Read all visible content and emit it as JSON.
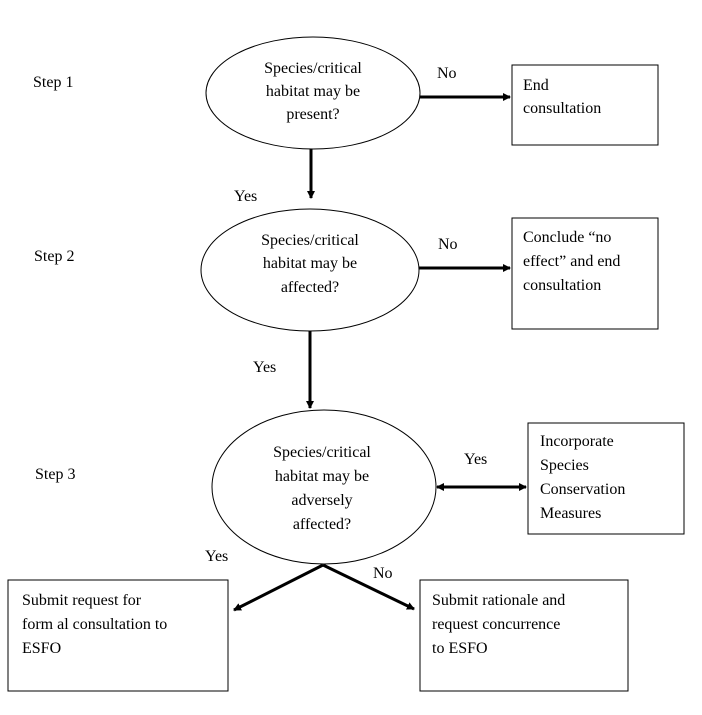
{
  "steps": [
    "Step 1",
    "Step 2",
    "Step 3"
  ],
  "decisions": {
    "d1": [
      "Species/critical",
      "habitat may be",
      "present?"
    ],
    "d2": [
      "Species/critical",
      "habitat may be",
      "affected?"
    ],
    "d3": [
      "Species/critical",
      "habitat may be",
      "adversely",
      "affected?"
    ]
  },
  "boxes": {
    "end": [
      "End",
      "consultation"
    ],
    "no_effect": [
      "Conclude “no",
      "effect” and end",
      "consultation"
    ],
    "measures": [
      "Incorporate",
      "Species",
      "Conservation",
      "Measures"
    ],
    "formal": [
      "Submit request for",
      "form al consultation to",
      "ESFO"
    ],
    "rationale": [
      "Submit rationale and",
      "request concurrence",
      "to ESFO"
    ]
  },
  "edge_labels": {
    "d1_no": "No",
    "d1_yes": "Yes",
    "d2_no": "No",
    "d2_yes": "Yes",
    "d3_measures_yes": "Yes",
    "d3_yes": "Yes",
    "d3_no": "No"
  }
}
